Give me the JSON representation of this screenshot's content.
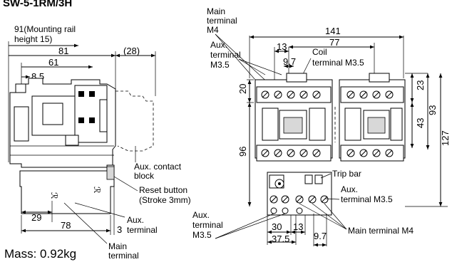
{
  "title": "SW-5-1RM/3H",
  "mass_label": "Mass: 0.92kg",
  "side_view": {
    "mount_label_1": "91(Mounting rail",
    "mount_label_2": "height 15)",
    "dim_81": "81",
    "dim_28": "(28)",
    "dim_61": "61",
    "dim_8_5": "8.5",
    "aux_contact_block_1": "Aux. contact",
    "aux_contact_block_2": "block",
    "reset_button_1": "Reset button",
    "reset_button_2": "(Stroke 3mm)",
    "dim_29": "29",
    "dim_78": "78",
    "dim_3": "3",
    "aux_terminal_1": "Aux.",
    "aux_terminal_2": "terminal",
    "main_terminal_1": "Main",
    "main_terminal_2": "terminal"
  },
  "front_view": {
    "main_terminal_m4_1": "Main",
    "main_terminal_m4_2": "terminal",
    "main_terminal_m4_3": "M4",
    "aux_terminal_m35_1": "Aux.",
    "aux_terminal_m35_2": "terminal",
    "aux_terminal_m35_3": "M3.5",
    "dim_141": "141",
    "dim_13_top": "13",
    "dim_77": "77",
    "dim_9_7_top": "9.7",
    "coil_1": "Coil",
    "coil_2": "terminal M3.5",
    "dim_20": "20",
    "dim_96": "96",
    "dim_23": "23",
    "dim_43": "43",
    "dim_93": "93",
    "dim_127": "127",
    "trip_bar": "Trip bar",
    "aux_terminal_right_1": "Aux.",
    "aux_terminal_right_2": "terminal M3.5",
    "aux_terminal_bottom_1": "Aux.",
    "aux_terminal_bottom_2": "terminal",
    "aux_terminal_bottom_3": "M3.5",
    "dim_30": "30",
    "dim_13_bottom": "13",
    "dim_9_7_bottom": "9.7",
    "dim_37_5": "37.5",
    "main_terminal_m4_bottom": "Main terminal M4"
  }
}
